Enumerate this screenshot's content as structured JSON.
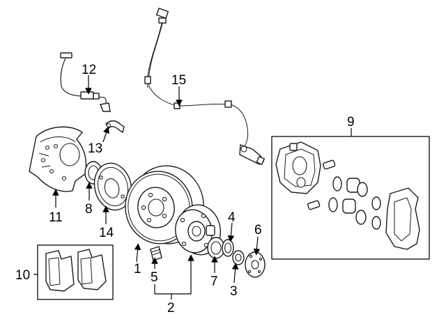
{
  "diagram": {
    "callouts": [
      {
        "id": "1",
        "label": "1"
      },
      {
        "id": "2",
        "label": "2"
      },
      {
        "id": "3",
        "label": "3"
      },
      {
        "id": "4",
        "label": "4"
      },
      {
        "id": "5",
        "label": "5"
      },
      {
        "id": "6",
        "label": "6"
      },
      {
        "id": "7",
        "label": "7"
      },
      {
        "id": "8",
        "label": "8"
      },
      {
        "id": "9",
        "label": "9"
      },
      {
        "id": "10",
        "label": "10"
      },
      {
        "id": "11",
        "label": "11"
      },
      {
        "id": "12",
        "label": "12"
      },
      {
        "id": "13",
        "label": "13"
      },
      {
        "id": "14",
        "label": "14"
      },
      {
        "id": "15",
        "label": "15"
      }
    ]
  }
}
